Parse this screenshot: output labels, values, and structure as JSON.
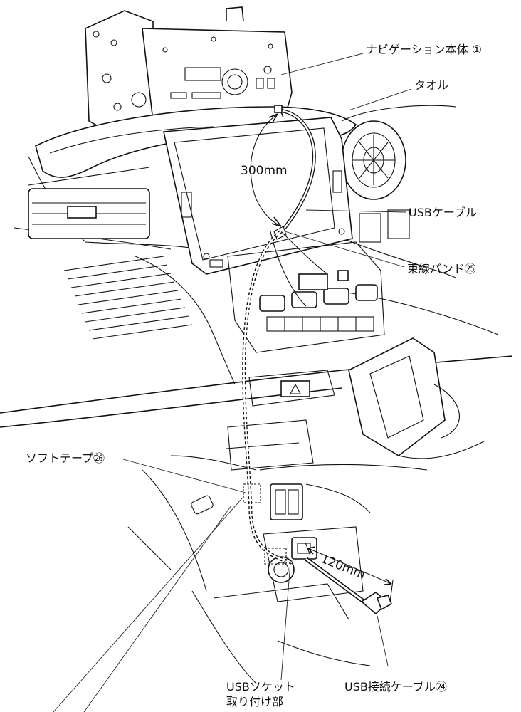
{
  "labels": {
    "navigation_unit": "ナビゲーション本体 ①",
    "towel": "タオル",
    "usb_cable": "USBケーブル",
    "cable_tie": "束線バンド㉕",
    "soft_tape": "ソフトテープ㉖",
    "usb_socket_line1": "USBソケット",
    "usb_socket_line2": "取り付け部",
    "usb_connection_cable": "USB接続ケーブル㉔"
  },
  "dimensions": {
    "cable_slack": "300mm",
    "cable_extension": "120mm"
  }
}
